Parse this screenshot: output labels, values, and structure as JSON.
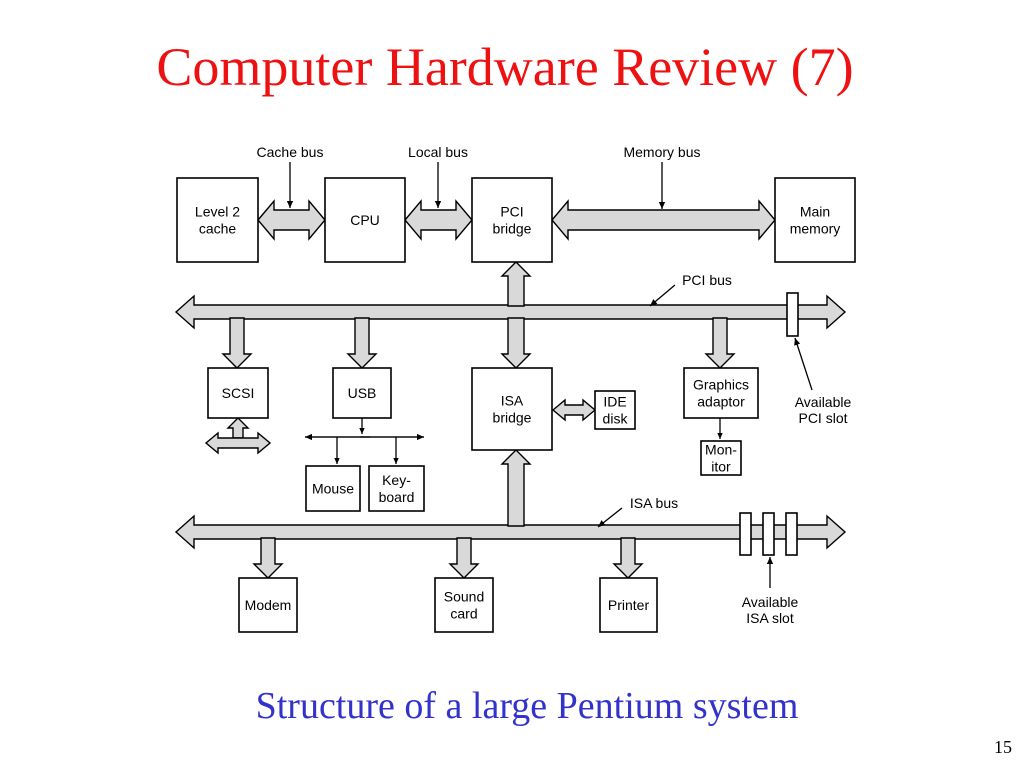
{
  "slide": {
    "title": "Computer Hardware Review (7)",
    "caption": "Structure of a large Pentium system",
    "page_number": "15"
  },
  "diagram": {
    "boxes": {
      "level2_cache": [
        "Level 2",
        "cache"
      ],
      "cpu": [
        "CPU"
      ],
      "pci_bridge": [
        "PCI",
        "bridge"
      ],
      "main_memory": [
        "Main",
        "memory"
      ],
      "scsi": [
        "SCSI"
      ],
      "usb": [
        "USB"
      ],
      "isa_bridge": [
        "ISA",
        "bridge"
      ],
      "ide_disk": [
        "IDE",
        "disk"
      ],
      "graphics_adaptor": [
        "Graphics",
        "adaptor"
      ],
      "monitor": [
        "Mon-",
        "itor"
      ],
      "mouse": [
        "Mouse"
      ],
      "keyboard": [
        "Key-",
        "board"
      ],
      "modem": [
        "Modem"
      ],
      "sound_card": [
        "Sound",
        "card"
      ],
      "printer": [
        "Printer"
      ]
    },
    "bus_labels": {
      "cache_bus": "Cache bus",
      "local_bus": "Local bus",
      "memory_bus": "Memory bus",
      "pci_bus": "PCI bus",
      "isa_bus": "ISA bus"
    },
    "slot_labels": {
      "available_pci_slot": [
        "Available",
        "PCI slot"
      ],
      "available_isa_slot": [
        "Available",
        "ISA slot"
      ]
    }
  }
}
